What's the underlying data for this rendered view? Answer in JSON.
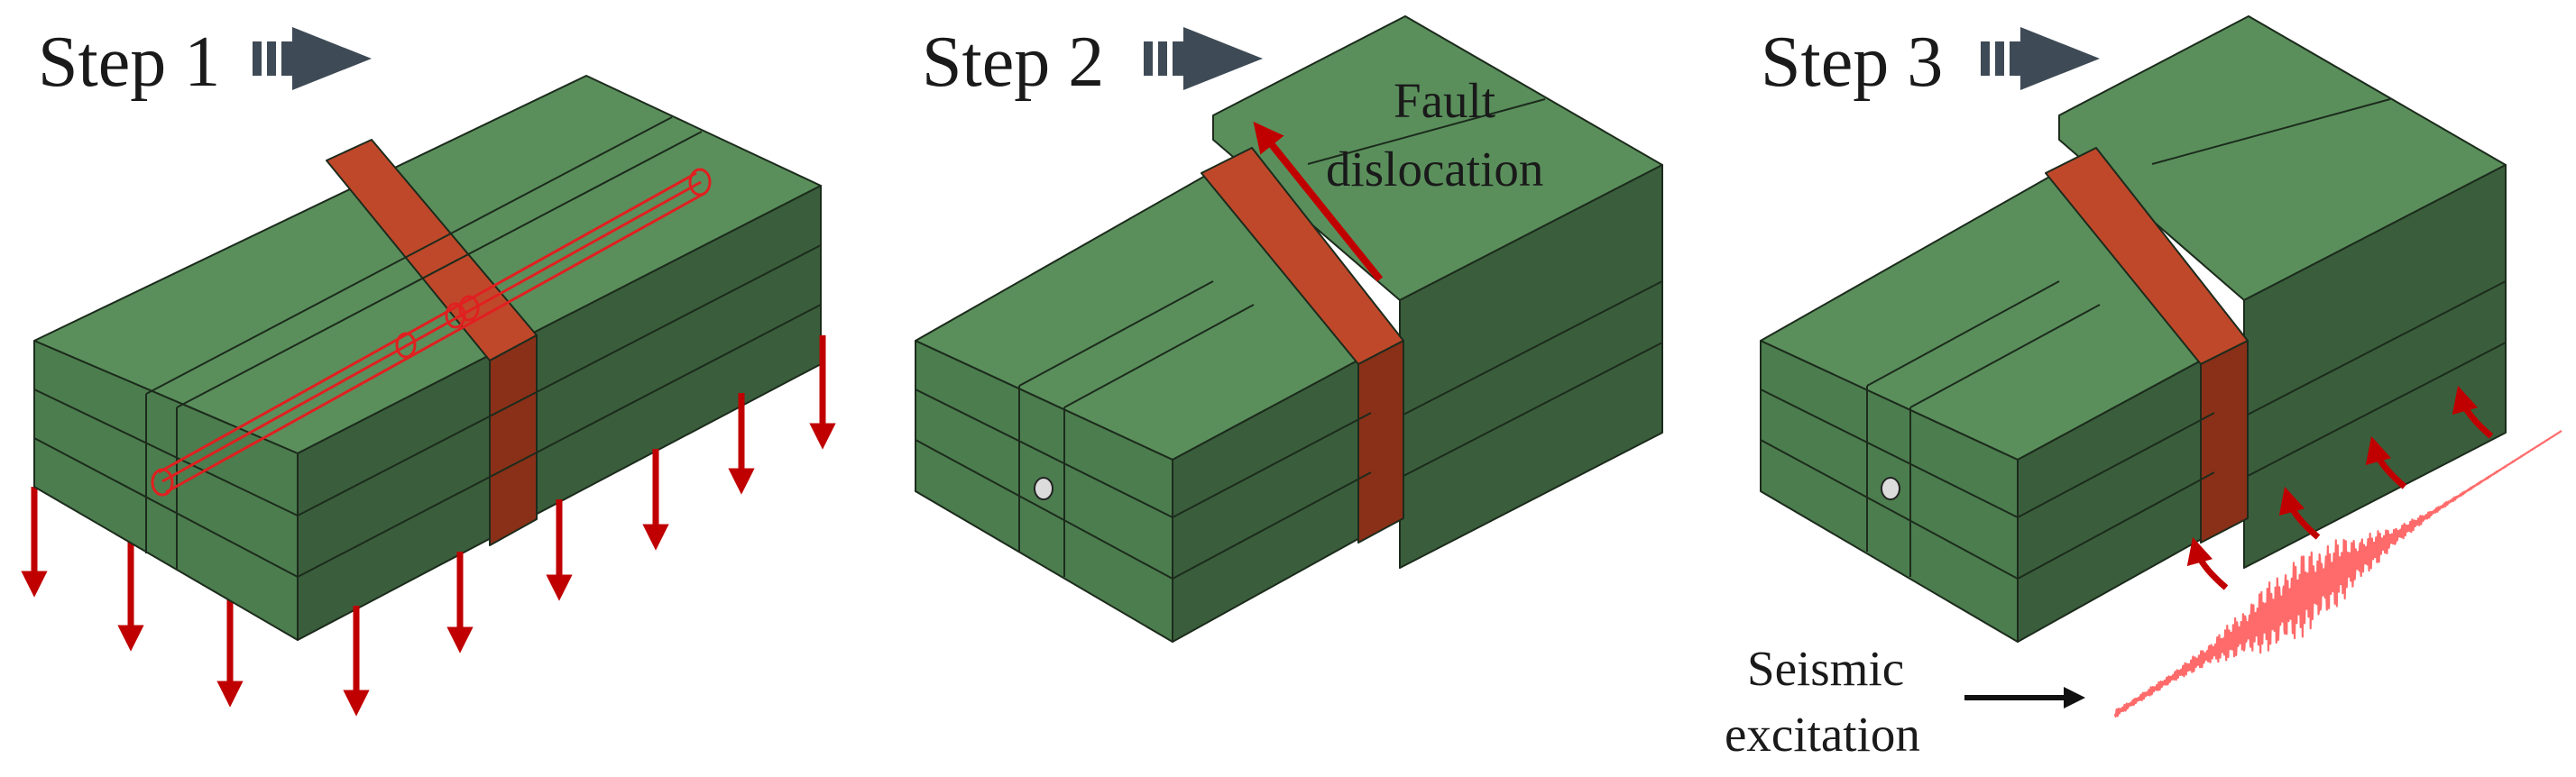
{
  "panels": [
    {
      "step_label": "Step 1"
    },
    {
      "step_label": "Step 2",
      "annotation_lines": [
        "Fault",
        "dislocation"
      ]
    },
    {
      "step_label": "Step 3",
      "annotation_lines": [
        "Seismic",
        "excitation"
      ]
    }
  ],
  "colors": {
    "block_top": "#5a8f5c",
    "block_front": "#4c7d4e",
    "block_side": "#3a5e3c",
    "fault_top": "#c0482a",
    "fault_side": "#8a3018",
    "arrow_red": "#c00000",
    "step_arrow": "#3e4a55",
    "wave": "#ff6a6a"
  },
  "icons": [
    "step-arrow-icon",
    "gravity-arrow-icon",
    "fault-direction-arrow-icon",
    "curved-arrow-icon",
    "seismic-wave-icon"
  ]
}
